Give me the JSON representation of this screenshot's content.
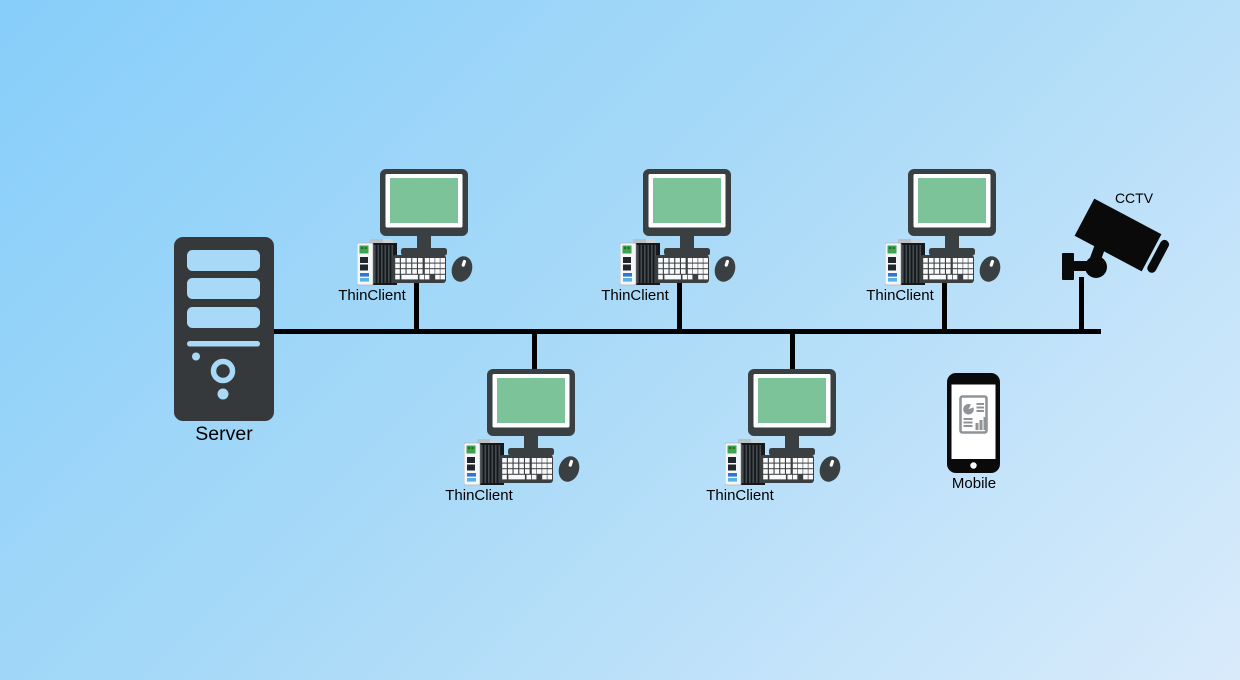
{
  "diagram": {
    "type": "bus-network-topology",
    "description": "Server connected by a horizontal bus line to five ThinClient workstations, a CCTV camera and a Mobile device"
  },
  "colors": {
    "background_start": "#87CEFA",
    "background_end": "#D9EBFB",
    "line": "#000000",
    "device_dark": "#3A3F42",
    "server_dark": "#35393B",
    "server_slot": "#A8DAF8",
    "screen_green": "#7CC399",
    "silhouette_black": "#0A0A0A"
  },
  "nodes": {
    "server": {
      "label": "Server"
    },
    "thin_clients": [
      {
        "label": "ThinClient",
        "position": "above-bus"
      },
      {
        "label": "ThinClient",
        "position": "above-bus"
      },
      {
        "label": "ThinClient",
        "position": "above-bus"
      },
      {
        "label": "ThinClient",
        "position": "below-bus"
      },
      {
        "label": "ThinClient",
        "position": "below-bus"
      }
    ],
    "cctv": {
      "label": "CCTV"
    },
    "mobile": {
      "label": "Mobile"
    }
  }
}
